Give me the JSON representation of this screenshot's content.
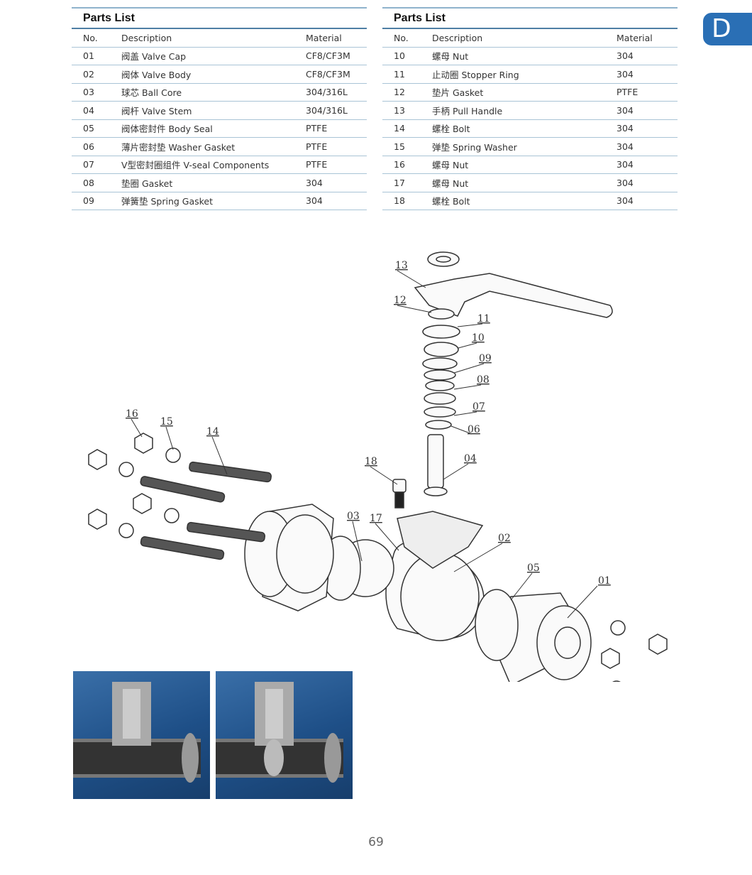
{
  "side_tab": "D",
  "tables": [
    {
      "title": "Parts List",
      "headers": {
        "no": "No.",
        "description": "Description",
        "material": "Material"
      },
      "rows": [
        {
          "no": "01",
          "description": "阀盖 Valve Cap",
          "material": "CF8/CF3M"
        },
        {
          "no": "02",
          "description": "阀体 Valve Body",
          "material": "CF8/CF3M"
        },
        {
          "no": "03",
          "description": "球芯 Ball Core",
          "material": "304/316L"
        },
        {
          "no": "04",
          "description": "阀杆 Valve Stem",
          "material": "304/316L"
        },
        {
          "no": "05",
          "description": "阀体密封件 Body Seal",
          "material": "PTFE"
        },
        {
          "no": "06",
          "description": "薄片密封垫 Washer Gasket",
          "material": "PTFE"
        },
        {
          "no": "07",
          "description": "V型密封圈组件 V-seal Components",
          "material": "PTFE"
        },
        {
          "no": "08",
          "description": "垫圈 Gasket",
          "material": "304"
        },
        {
          "no": "09",
          "description": "弹簧垫 Spring Gasket",
          "material": "304"
        }
      ]
    },
    {
      "title": "Parts List",
      "headers": {
        "no": "No.",
        "description": "Description",
        "material": "Material"
      },
      "rows": [
        {
          "no": "10",
          "description": "螺母 Nut",
          "material": "304"
        },
        {
          "no": "11",
          "description": "止动圈 Stopper Ring",
          "material": "304"
        },
        {
          "no": "12",
          "description": "垫片 Gasket",
          "material": "PTFE"
        },
        {
          "no": "13",
          "description": "手柄 Pull Handle",
          "material": "304"
        },
        {
          "no": "14",
          "description": "螺栓 Bolt",
          "material": "304"
        },
        {
          "no": "15",
          "description": "弹垫 Spring Washer",
          "material": "304"
        },
        {
          "no": "16",
          "description": "螺母 Nut",
          "material": "304"
        },
        {
          "no": "17",
          "description": "螺母 Nut",
          "material": "304"
        },
        {
          "no": "18",
          "description": "螺栓 Bolt",
          "material": "304"
        }
      ]
    }
  ],
  "diagram": {
    "callouts": [
      "01",
      "02",
      "03",
      "04",
      "05",
      "06",
      "07",
      "08",
      "09",
      "10",
      "11",
      "12",
      "13",
      "14",
      "15",
      "16",
      "17",
      "18"
    ]
  },
  "page_number": "69",
  "colors": {
    "accent": "#2a6fb5",
    "rule": "#4f7fa5"
  }
}
